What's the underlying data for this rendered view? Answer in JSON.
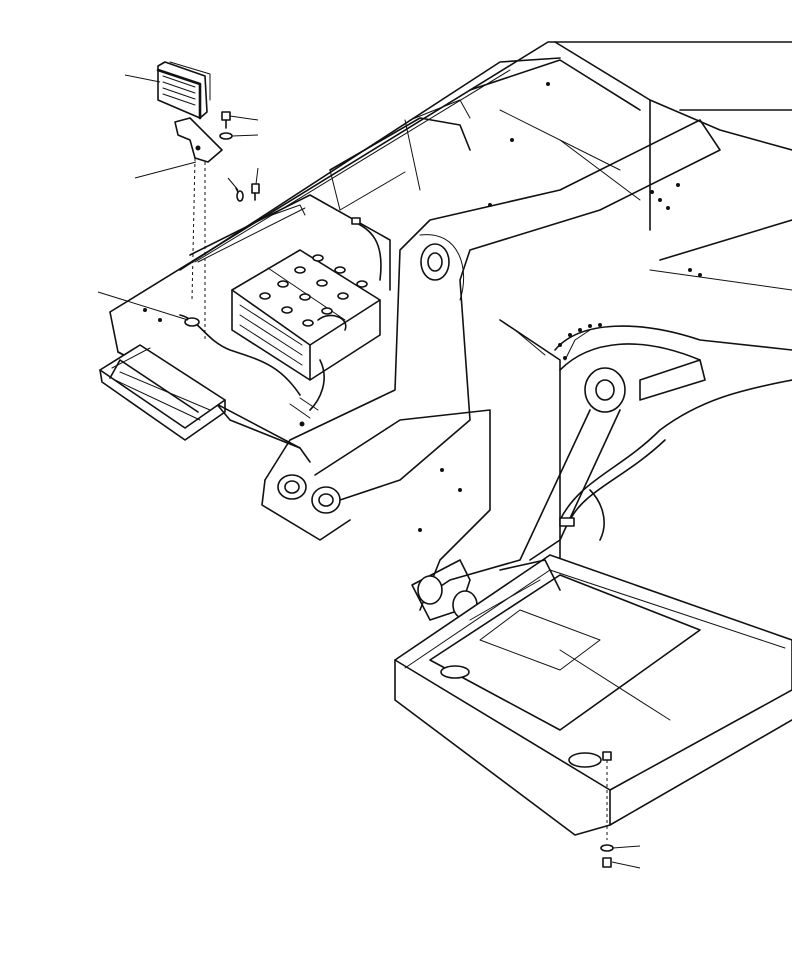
{
  "figure": {
    "parts": {
      "work_lamp": "work-lamp",
      "lamp_bolt": "lamp-bolt",
      "lamp_washer": "lamp-washer",
      "lamp_bracket": "lamp-bracket",
      "bracket_fasteners": "bracket-fasteners",
      "lamp_harness": "lamp-harness",
      "step": "step-plate",
      "battery": "battery",
      "boom": "boom",
      "counterweight": "counterweight",
      "floor_bolt": "floor-bolt",
      "floor_washer": "floor-washer"
    },
    "callout_count": 9
  }
}
